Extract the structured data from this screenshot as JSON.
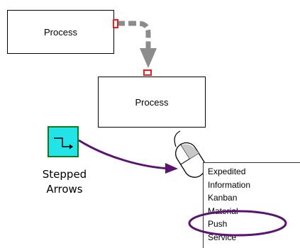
{
  "diagram": {
    "process_top_label": "Process",
    "process_bottom_label": "Process"
  },
  "tool": {
    "icon": "stepped-arrow-icon",
    "label": "Stepped\nArrows"
  },
  "context_menu": {
    "items": [
      "Expedited",
      "Information",
      "Kanban",
      "Material",
      "Push",
      "Service"
    ],
    "highlighted": "Push"
  },
  "colors": {
    "connector": "#8c8c8c",
    "handle": "#e02020",
    "annotation": "#5a1470",
    "tool_icon_fill": "#22e3e8",
    "tool_icon_border": "#0b7d20"
  }
}
